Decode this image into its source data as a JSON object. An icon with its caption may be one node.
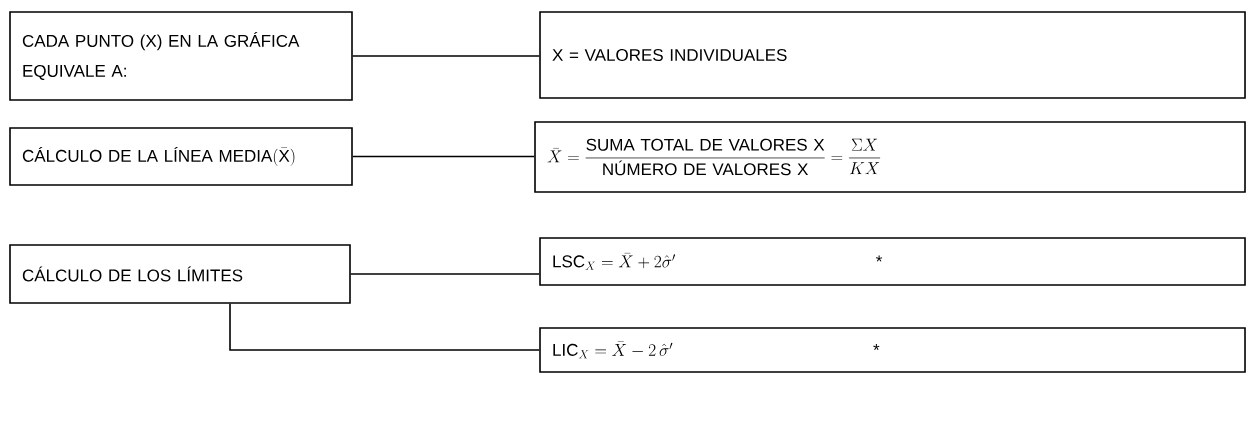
{
  "diagram": {
    "nodes": [
      {
        "text": [
          "CADA PUNTO (X) EN LA GRÁFICA EQUIVALE A:"
        ]
      },
      {
        "text": [
          "X = VALORES INDIVIDUALES"
        ]
      },
      {
        "text": [
          "\\text{CÁLCULO DE LA LÍNEA MEDIA}(\\bar{\\mathrm{X}})"
        ]
      },
      {
        "text": [
          "\\bar{X} = \\frac{\\text{SUMA TOTAL DE VALORES X}}{\\text{NÚMERO DE VALORES X}} = \\frac{\\Sigma X}{K X}"
        ]
      },
      {
        "text": [
          "CÁLCULO DE LOS LÍMITES"
        ]
      },
      {
        "text": [
          "\\mathrm{LSC}_{X} = \\bar{X} + 2\\hat{\\sigma}'",
          "*"
        ]
      },
      {
        "text": [
          "\\mathrm{LIC}_{X} = \\bar{X} - 2\\,\\hat{\\sigma}'",
          "*"
        ]
      }
    ],
    "edges": [
      {
        "from": 0,
        "to": 1,
        "arrow": "none"
      },
      {
        "from": 2,
        "to": 3,
        "arrow": "none"
      },
      {
        "from": 4,
        "to": 5,
        "arrow": "none"
      },
      {
        "from": 4,
        "to": 6,
        "arrow": "none"
      }
    ]
  }
}
